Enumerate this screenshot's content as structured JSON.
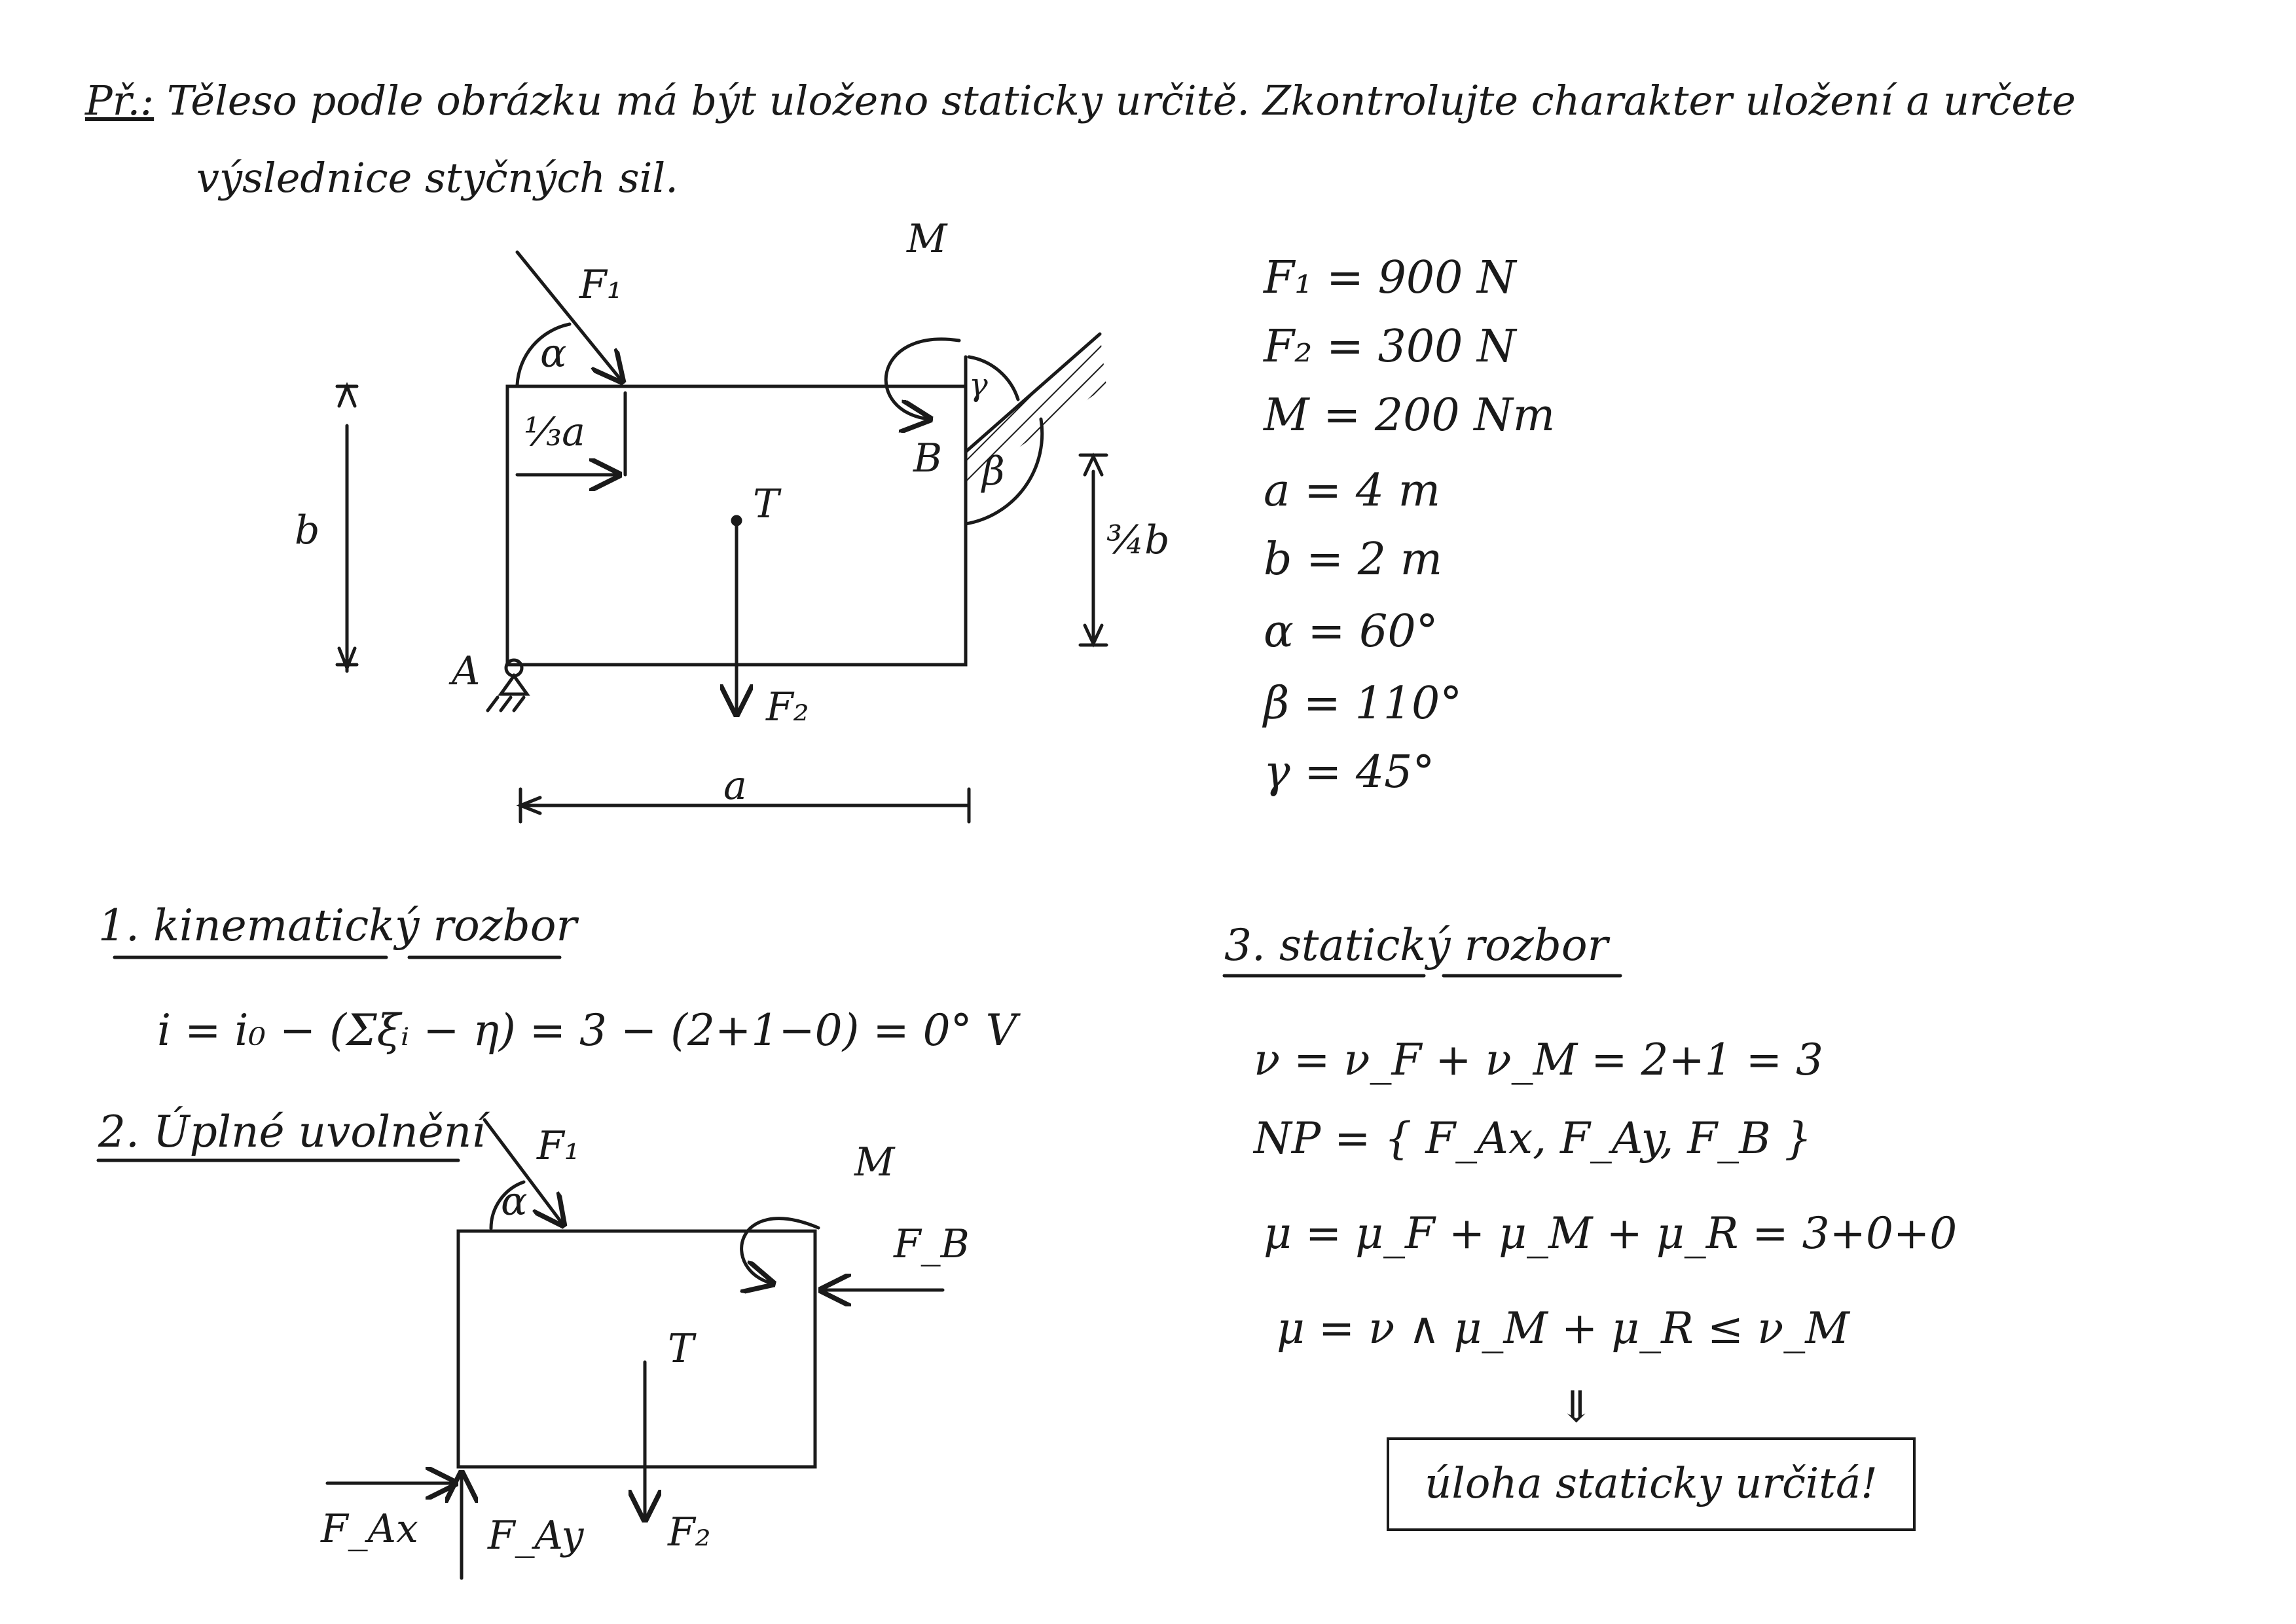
{
  "problem": {
    "label": "Př.:",
    "line1": "Těleso podle obrázku má být uloženo staticky určitě. Zkontrolujte charakter uložení a určete",
    "line2": "výslednice styčných sil."
  },
  "given": [
    {
      "text": "F₁ = 900 N"
    },
    {
      "text": "F₂ = 300 N"
    },
    {
      "text": "M = 200 Nm"
    },
    {
      "text": "a = 4 m"
    },
    {
      "text": "b = 2 m"
    },
    {
      "text": "α = 60°"
    },
    {
      "text": "β = 110°"
    },
    {
      "text": "γ = 45°"
    }
  ],
  "figure1": {
    "labels": {
      "F1": "F₁",
      "F2": "F₂",
      "M": "M",
      "alpha": "α",
      "beta": "β",
      "gamma": "γ",
      "A": "A",
      "B": "B",
      "T": "T",
      "a": "a",
      "b": "b",
      "third_a": "⅓a",
      "three_quarter_b": "¾b"
    }
  },
  "section1": {
    "heading_num": "1.",
    "heading": "kinematický rozbor",
    "equation": "i = i₀ − (Σξᵢ − η) = 3 − (2+1−0) = 0° V"
  },
  "section2": {
    "heading_num": "2.",
    "heading": "Úplné uvolnění",
    "labels": {
      "F1": "F₁",
      "alpha": "α",
      "M": "M",
      "FB": "F_B",
      "T": "T",
      "FAx": "F_Ax",
      "FAy": "F_Ay",
      "F2": "F₂"
    }
  },
  "section3": {
    "heading_num": "3.",
    "heading": "statický rozbor",
    "eq1": "ν = ν_F + ν_M = 2+1 = 3",
    "eq2": "NP = { F_Ax, F_Ay, F_B }",
    "eq3": "μ = μ_F + μ_M + μ_R = 3+0+0",
    "eq4": "μ = ν ∧ μ_M + μ_R ≤ ν_M",
    "arrow": "⇓",
    "result": "úloha staticky určitá!"
  }
}
